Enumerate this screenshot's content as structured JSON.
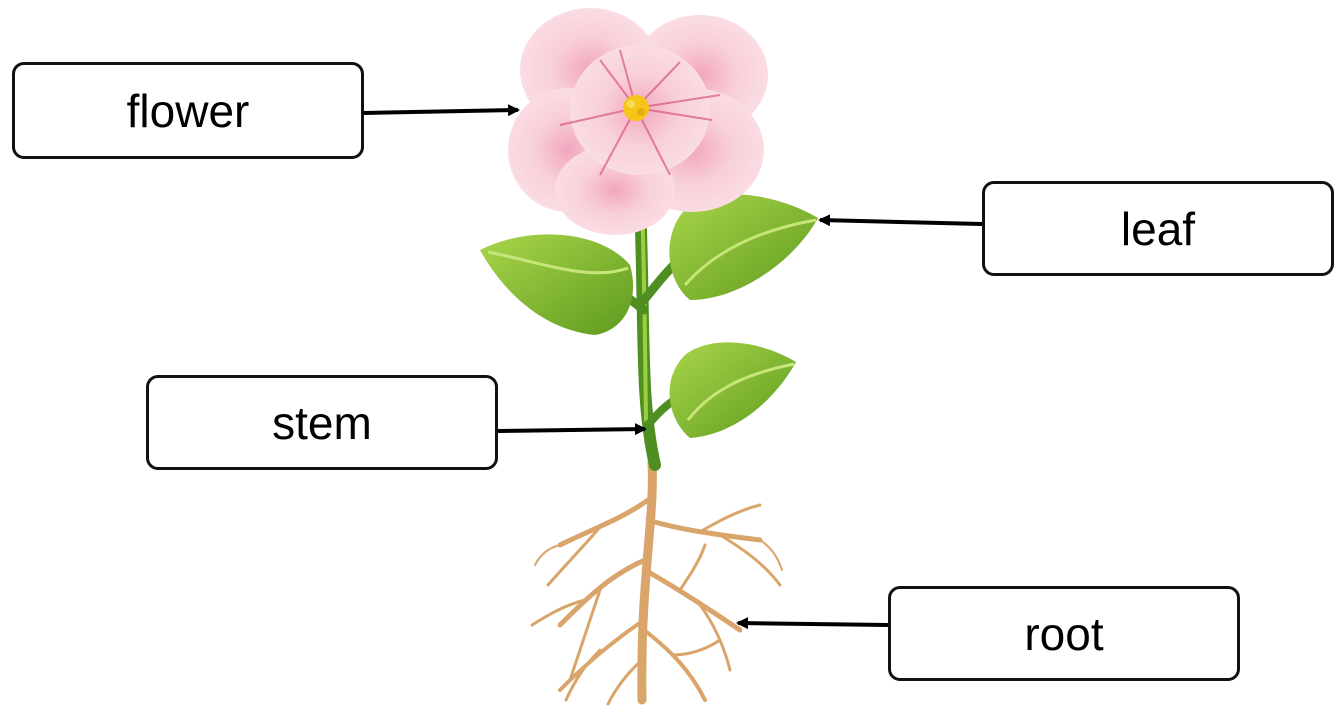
{
  "labels": {
    "flower": "flower",
    "leaf": "leaf",
    "stem": "stem",
    "root": "root"
  },
  "colors": {
    "petal": "#f6c9d3",
    "petal_vein": "#d9567f",
    "flower_center": "#f5c518",
    "leaf_light": "#9ccf3f",
    "leaf_dark": "#5f9a1e",
    "stem": "#4f8f22",
    "root": "#d9a56b",
    "arrow": "#000000"
  },
  "icons": [
    "plant-illustration",
    "arrow-icon"
  ]
}
